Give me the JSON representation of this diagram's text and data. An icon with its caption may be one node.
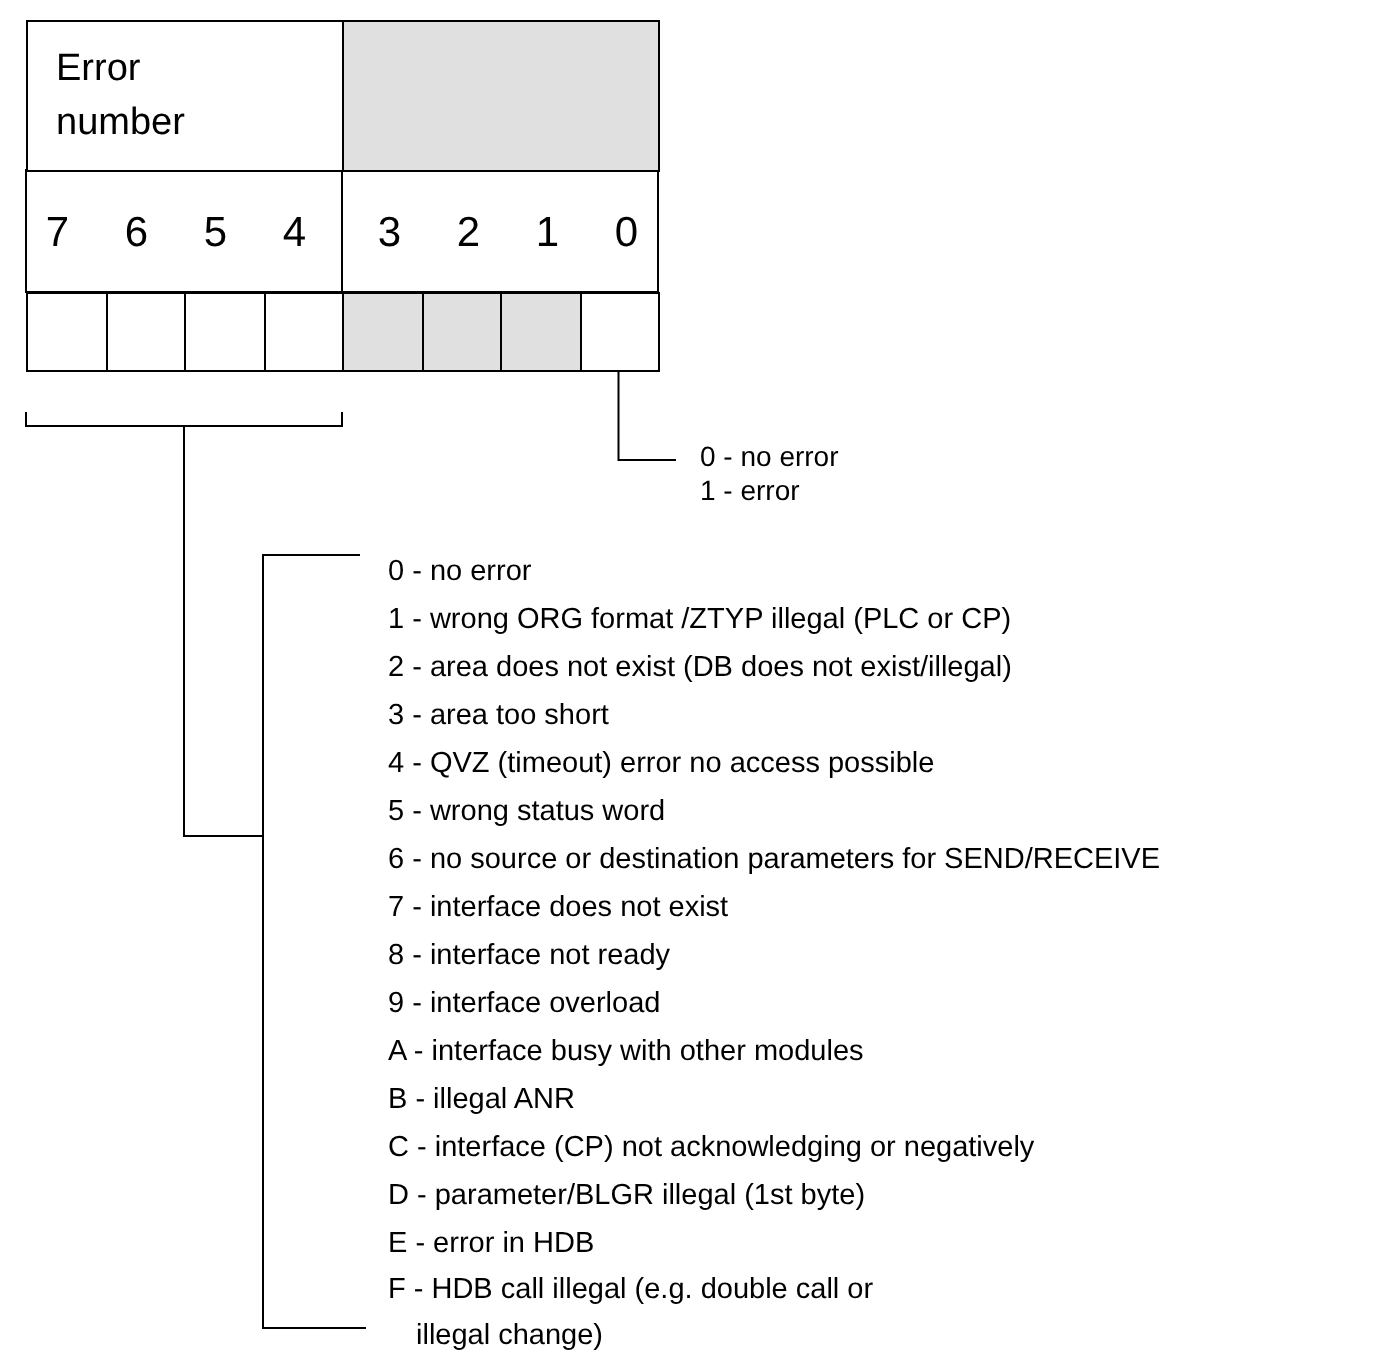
{
  "diagram": {
    "nodes": [
      {
        "text": [
          "Error number"
        ]
      },
      {
        "text": [],
        "shape": "box"
      },
      {
        "text": [],
        "shape": "box"
      },
      {
        "text": [],
        "shape": "box"
      },
      {
        "text": [],
        "shape": "box"
      },
      {
        "text": [],
        "shape": "box"
      },
      {
        "text": [],
        "shape": "box"
      },
      {
        "text": [],
        "shape": "box"
      },
      {
        "text": [],
        "shape": "box"
      },
      {
        "text": [],
        "shape": "box"
      },
      {
        "text": [
          "0 - no error",
          "1 - error"
        ]
      },
      {
        "text": [
          "0 - no error",
          "1 - wrong ORG format /ZTYP illegal (PLC or CP)",
          "2 - area does not exist (DB does not exist/illegal)",
          "3 - area too short",
          "4 - QVZ (timeout) error no access possible",
          "5 - wrong status word",
          "6 - no source or destination parameters for SEND/RECEIVE",
          "7 - interface does not exist",
          "8 - interface not ready",
          "9 - interface overload",
          "A - interface busy with other modules",
          "B - illegal ANR",
          "C - interface (CP) not acknowledging or negatively",
          "D - parameter/BLGR illegal (1st byte)",
          "E - error in HDB",
          "F - HDB call illegal (e.g. double call or illegal change)"
        ]
      }
    ],
    "edges": [
      {
        "from": 9,
        "to": 10,
        "arrow": "none"
      },
      {
        "from": null,
        "to": 11,
        "arrow": "none"
      }
    ],
    "labels": [
      "7",
      "6",
      "5",
      "4",
      "3",
      "2",
      "1",
      "0"
    ]
  }
}
